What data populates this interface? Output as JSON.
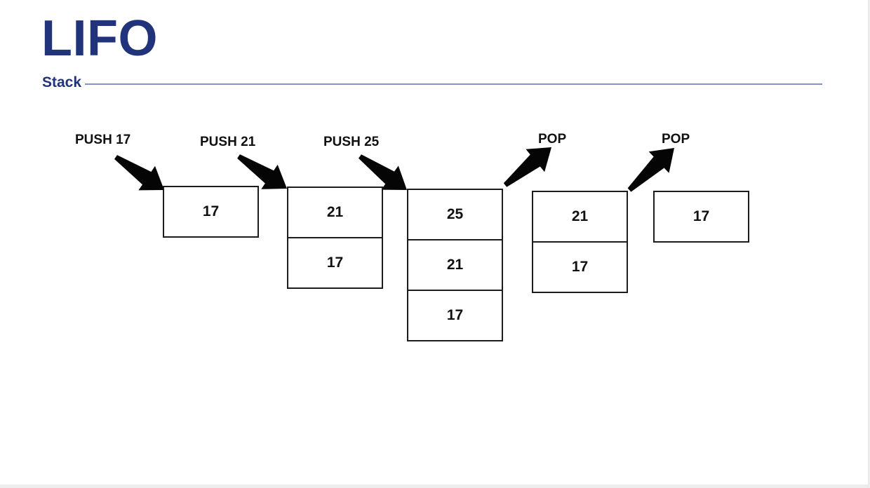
{
  "title": "LIFO",
  "subtitle": "Stack",
  "stages": [
    {
      "label": "PUSH 17",
      "operation": "push",
      "stack": [
        "17"
      ]
    },
    {
      "label": "PUSH 21",
      "operation": "push",
      "stack": [
        "21",
        "17"
      ]
    },
    {
      "label": "PUSH 25",
      "operation": "push",
      "stack": [
        "25",
        "21",
        "17"
      ]
    },
    {
      "label": "POP",
      "operation": "pop",
      "stack": [
        "21",
        "17"
      ]
    },
    {
      "label": "POP",
      "operation": "pop",
      "stack": [
        "17"
      ]
    }
  ],
  "colors": {
    "title": "#21347B",
    "divider_line": "#8492C4",
    "box_border": "#1C1C1C",
    "arrow": "#050505",
    "text": "#111111"
  }
}
